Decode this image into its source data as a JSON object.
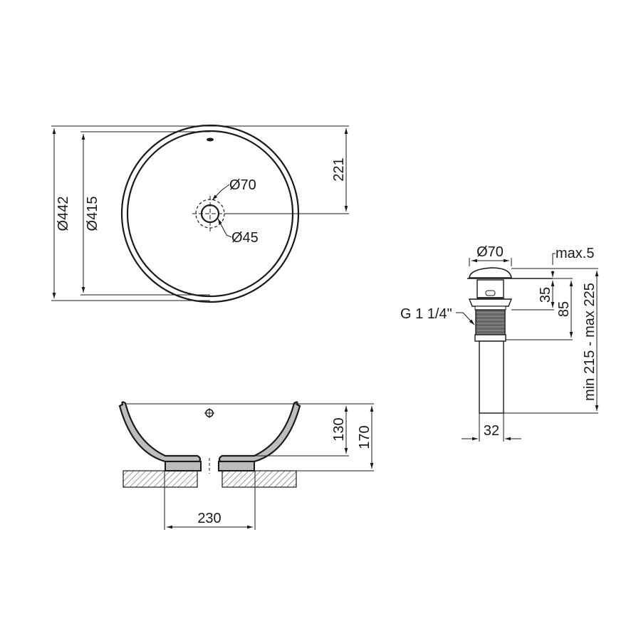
{
  "drawing": {
    "title": "Washbasin technical drawing",
    "colors": {
      "line": "#1a1a1a",
      "body_fill": "#bdbdbd",
      "hatch": "#555555",
      "background": "#ffffff"
    },
    "top_view": {
      "outer_diameter": "Ø442",
      "inner_diameter": "Ø415",
      "center_offset": "221",
      "drain_outer": "Ø70",
      "drain_inner": "Ø45"
    },
    "side_view": {
      "inner_depth": "130",
      "total_height": "170",
      "base_width": "230"
    },
    "drain_valve": {
      "cap_diameter": "Ø70",
      "cap_height": "max.5",
      "head_height": "35",
      "thread_height": "85",
      "total_length": "min 215 - max 225",
      "thread_label": "G 1 1/4\"",
      "pipe_diameter": "32"
    }
  }
}
